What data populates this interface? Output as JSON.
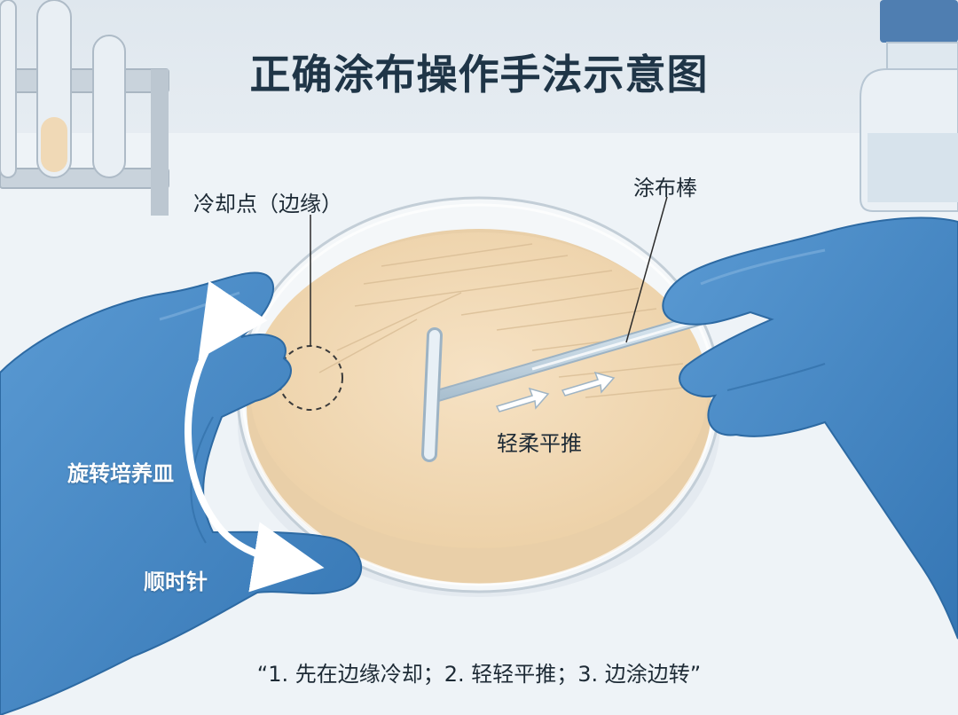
{
  "title": "正确涂布操作手法示意图",
  "labels": {
    "cooling_point": "冷却点（边缘）",
    "spreader": "涂布棒",
    "gentle_push": "轻柔平推",
    "rotate_dish": "旋转培养皿",
    "clockwise": "顺时针"
  },
  "caption": "“1. 先在边缘冷却；2. 轻轻平推；3. 边涂边转”",
  "colors": {
    "title": "#1f3547",
    "glove": "#3f86c6",
    "agar": "#f0d8b4",
    "background": "#eef2f5"
  }
}
